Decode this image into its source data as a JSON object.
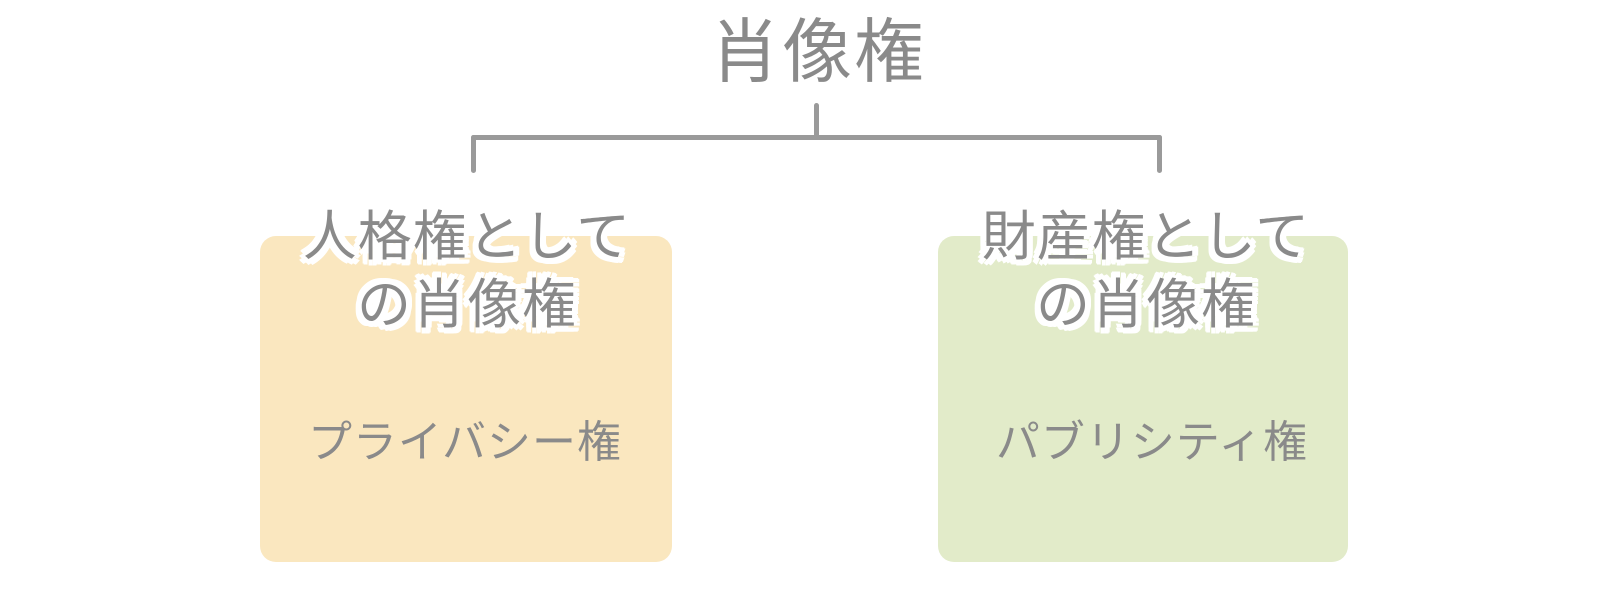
{
  "diagram": {
    "title": "肖像権",
    "colors": {
      "text": "#8a8a8a",
      "connector": "#9a9a9a",
      "halo": "#ffffff",
      "background": "#ffffff"
    },
    "nodes": [
      {
        "id": "personal-right",
        "heading": "人格権として\nの肖像権",
        "label": "プライバシー権",
        "bg": "#fae7bf"
      },
      {
        "id": "property-right",
        "heading": "財産権として\nの肖像権",
        "label": "パブリシティ権",
        "bg": "#e2ebc9"
      }
    ]
  }
}
